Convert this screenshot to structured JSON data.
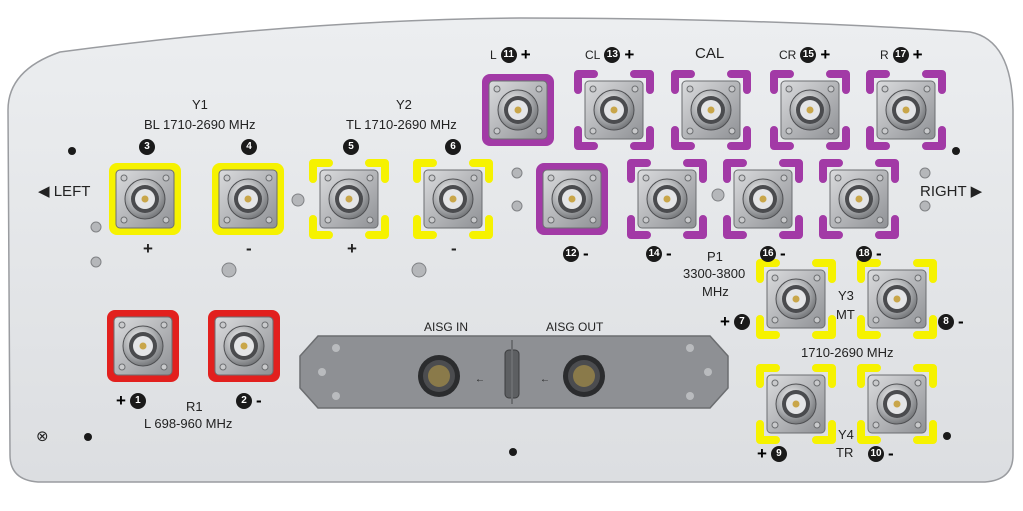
{
  "colors": {
    "panel": "#e6e7e9",
    "yellow": "#f6f200",
    "magenta": "#a23aa6",
    "red": "#e2201e",
    "plate": "#8e9094"
  },
  "labels": {
    "left": "LEFT",
    "right": "RIGHT",
    "y1": "Y1",
    "y1_freq": "BL 1710-2690 MHz",
    "y2": "Y2",
    "y2_freq": "TL 1710-2690 MHz",
    "r1": "R1",
    "r1_freq": "L 698-960 MHz",
    "p1": "P1",
    "p1_freq": "3300-3800",
    "p1_unit": "MHz",
    "y3": "Y3",
    "y3_sub": "MT",
    "y3_freq": "1710-2690 MHz",
    "y4": "Y4",
    "y4_sub": "TR",
    "aisg_in": "AISG IN",
    "aisg_out": "AISG OUT",
    "l": "L",
    "cl": "CL",
    "cal": "CAL",
    "cr": "CR",
    "r": "R"
  },
  "ports": [
    {
      "id": "port-1",
      "num": "1",
      "sign": "+"
    },
    {
      "id": "port-2",
      "num": "2",
      "sign": "-"
    },
    {
      "id": "port-3",
      "num": "3",
      "sign": "+"
    },
    {
      "id": "port-4",
      "num": "4",
      "sign": "-"
    },
    {
      "id": "port-5",
      "num": "5",
      "sign": "+"
    },
    {
      "id": "port-6",
      "num": "6",
      "sign": "-"
    },
    {
      "id": "port-7",
      "num": "7",
      "sign": "+"
    },
    {
      "id": "port-8",
      "num": "8",
      "sign": "-"
    },
    {
      "id": "port-9",
      "num": "9",
      "sign": "+"
    },
    {
      "id": "port-10",
      "num": "10",
      "sign": "-"
    },
    {
      "id": "port-11",
      "num": "11",
      "sign": "+"
    },
    {
      "id": "port-12",
      "num": "12",
      "sign": "-"
    },
    {
      "id": "port-13",
      "num": "13",
      "sign": "+"
    },
    {
      "id": "port-14",
      "num": "14",
      "sign": "-"
    },
    {
      "id": "port-15",
      "num": "15",
      "sign": "+"
    },
    {
      "id": "port-16",
      "num": "16",
      "sign": "-"
    },
    {
      "id": "port-17",
      "num": "17",
      "sign": "+"
    },
    {
      "id": "port-18",
      "num": "18",
      "sign": "-"
    }
  ]
}
